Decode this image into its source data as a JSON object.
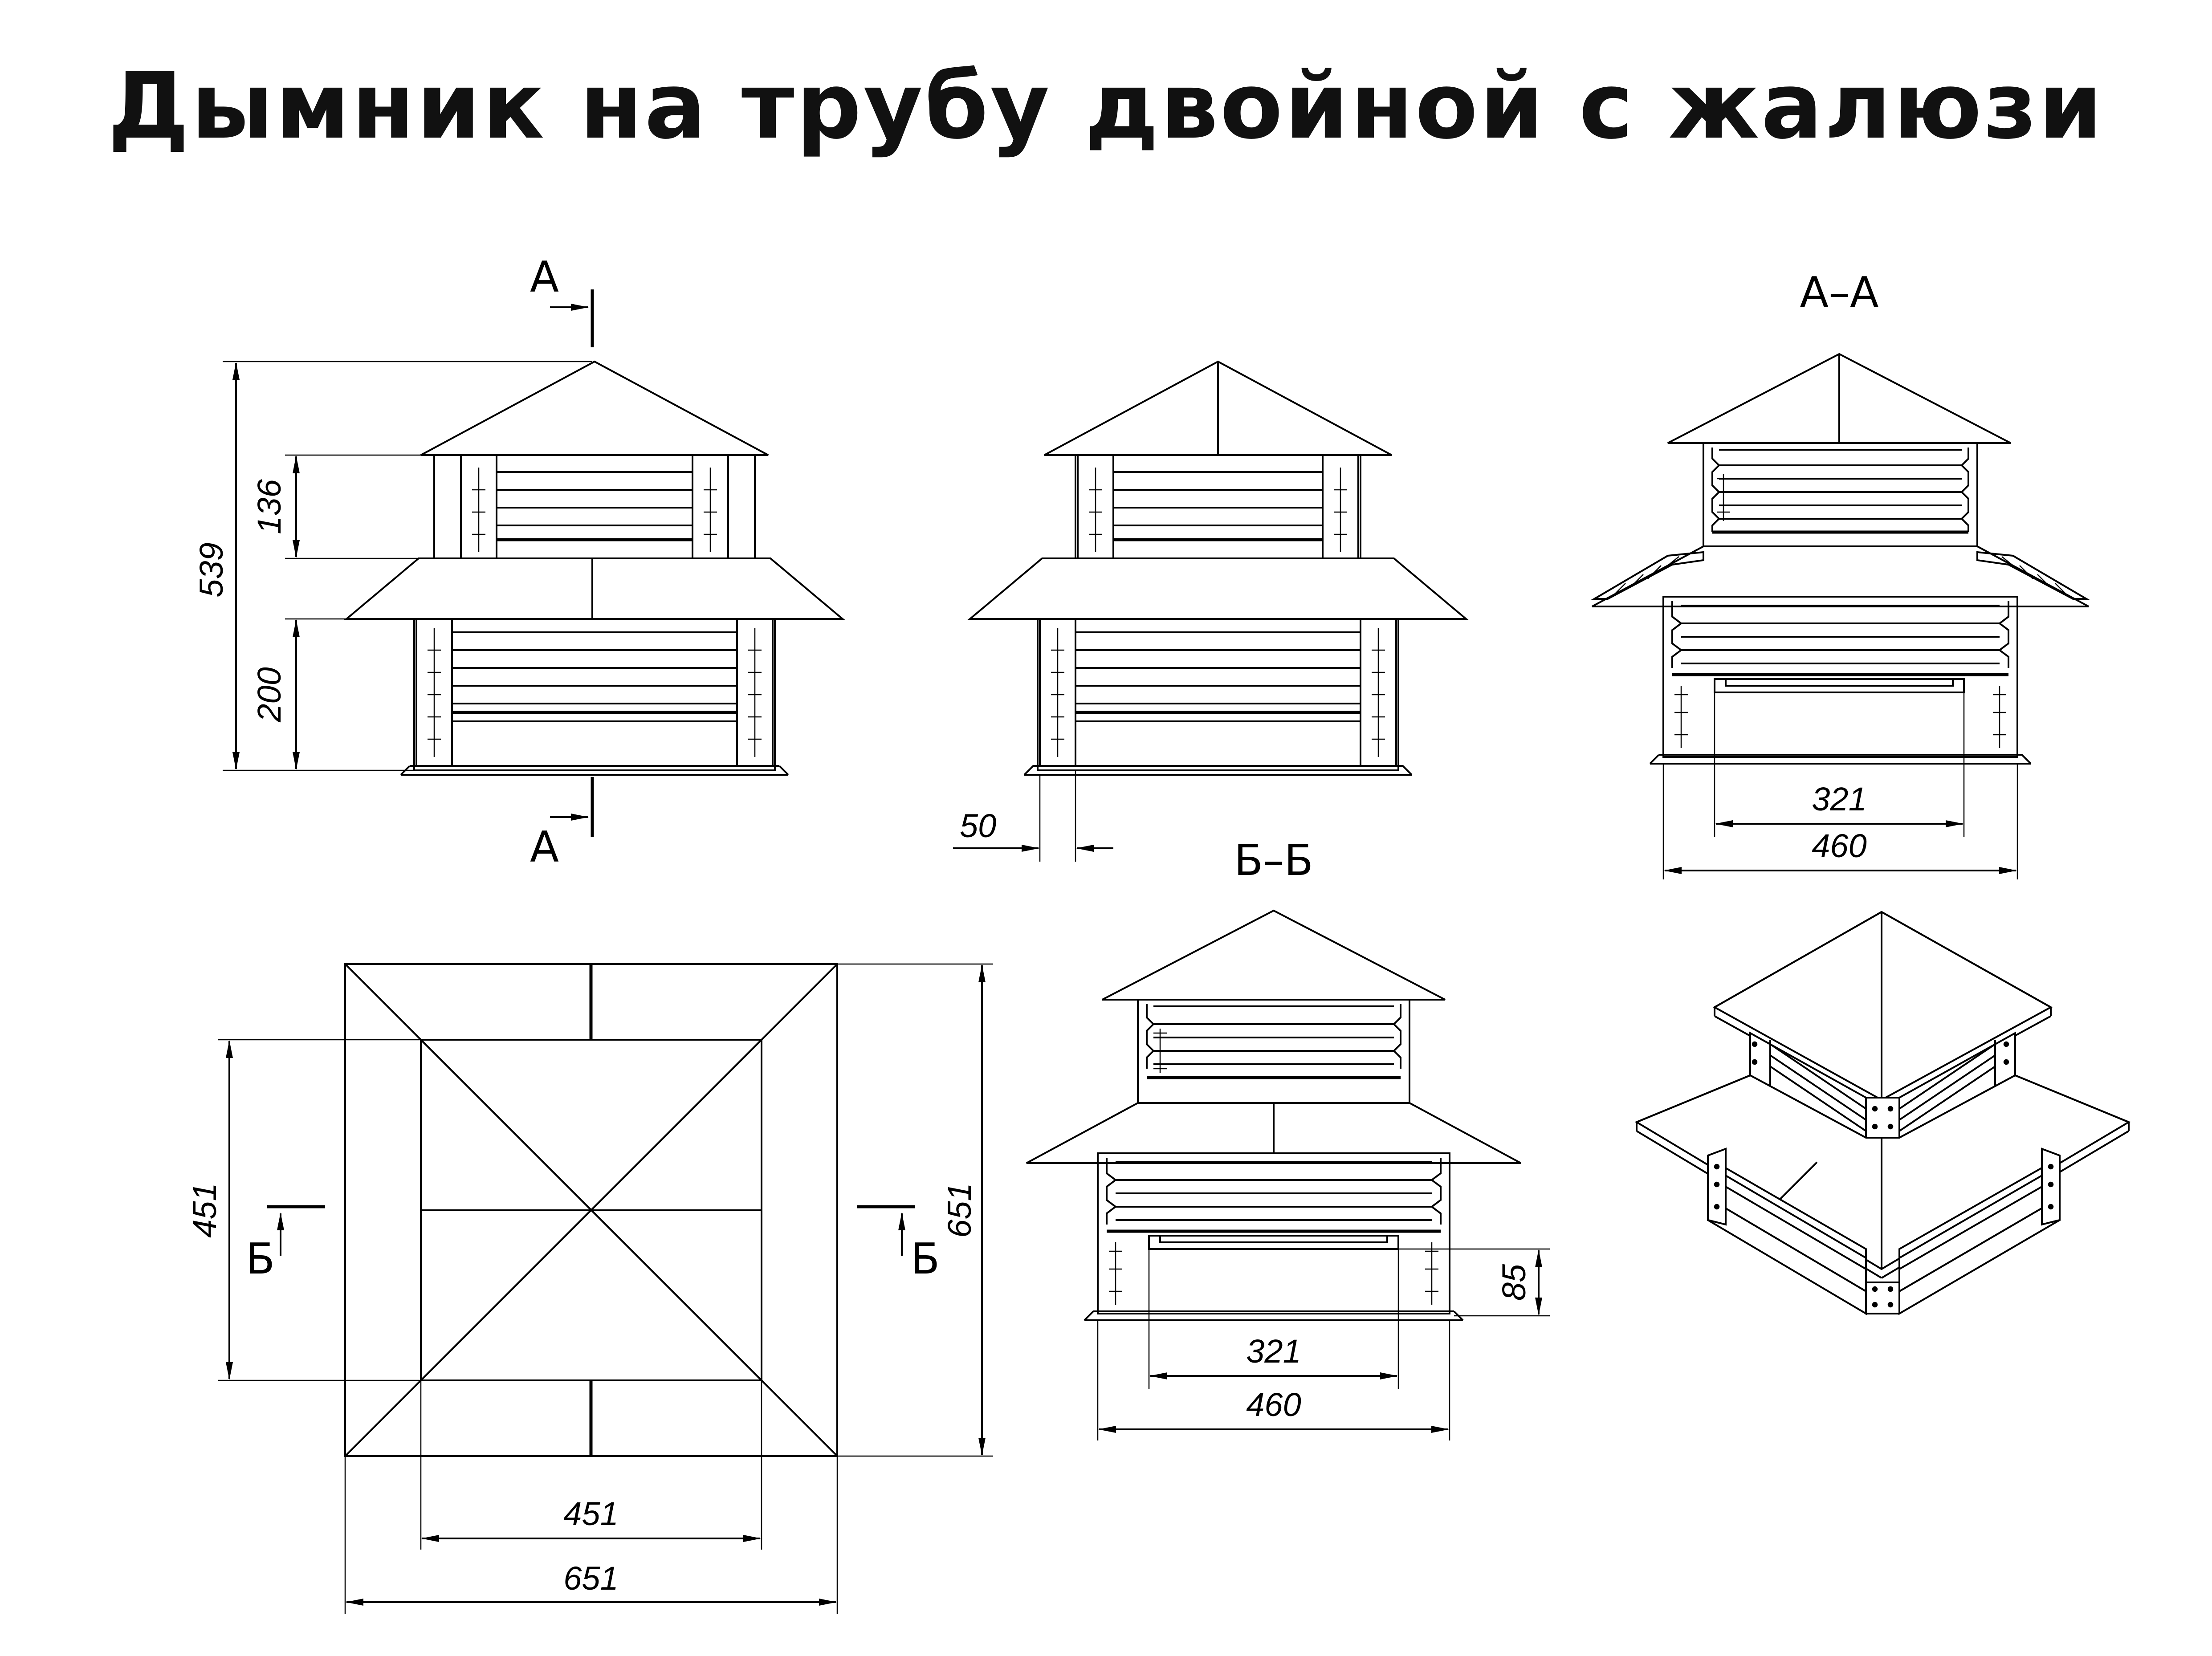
{
  "title": "Дымник на трубу двойной с жалюзи",
  "section_labels": {
    "a": "А",
    "b": "Б",
    "aa": "А–А",
    "bb": "Б–Б"
  },
  "dimensions": {
    "d539": "539",
    "d136": "136",
    "d200": "200",
    "d50": "50",
    "d321": "321",
    "d460": "460",
    "d451": "451",
    "d651": "651",
    "d85": "85"
  }
}
